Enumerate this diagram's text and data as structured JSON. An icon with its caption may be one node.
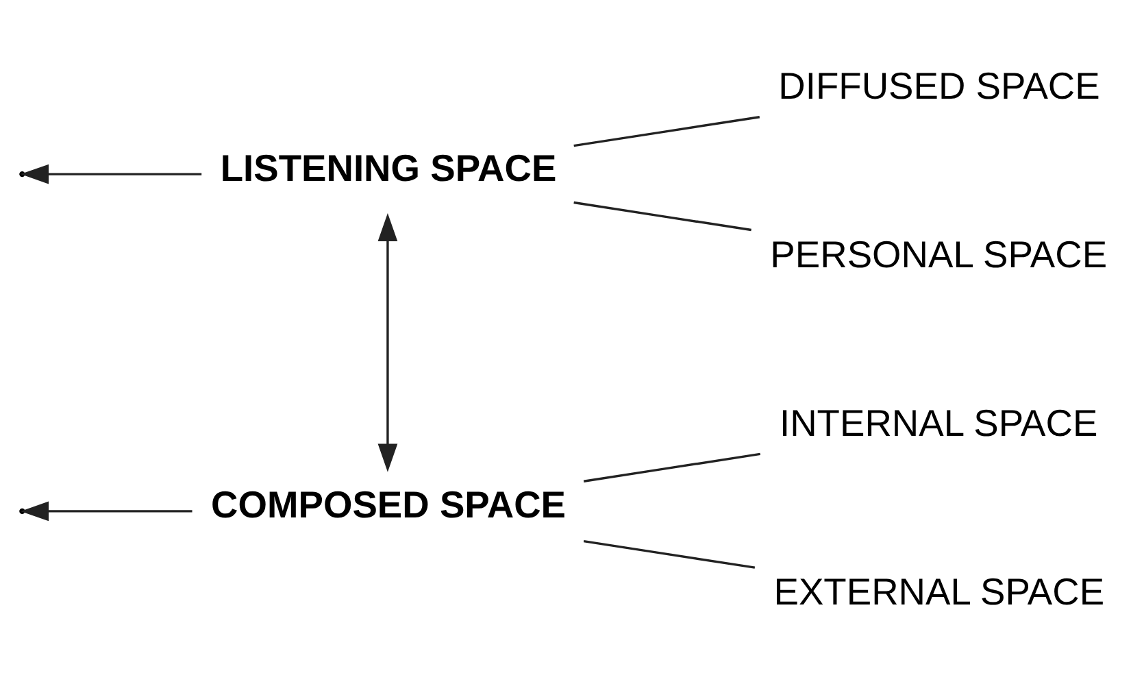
{
  "diagram": {
    "nodes": [
      {
        "text": [
          "LISTENING SPACE"
        ]
      },
      {
        "text": [
          "DIFFUSED SPACE"
        ]
      },
      {
        "text": [
          "PERSONAL SPACE"
        ]
      },
      {
        "text": [
          "COMPOSED SPACE"
        ]
      },
      {
        "text": [
          "INTERNAL SPACE"
        ]
      },
      {
        "text": [
          "EXTERNAL SPACE"
        ]
      }
    ],
    "edges": [
      {
        "from": 0,
        "to": 1,
        "arrow": "none"
      },
      {
        "from": 0,
        "to": 2,
        "arrow": "none"
      },
      {
        "from": 0,
        "to": 3,
        "arrow": "both"
      },
      {
        "from": 3,
        "to": 4,
        "arrow": "none"
      },
      {
        "from": 3,
        "to": 5,
        "arrow": "none"
      },
      {
        "from": 0,
        "to": null,
        "arrow": "to"
      },
      {
        "from": 3,
        "to": null,
        "arrow": "to"
      }
    ]
  }
}
